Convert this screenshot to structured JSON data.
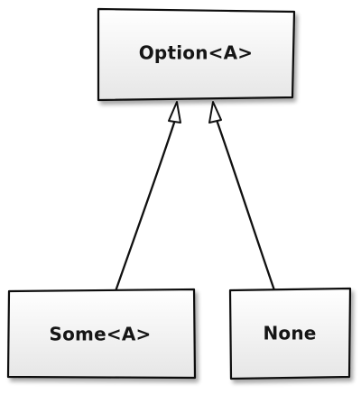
{
  "diagram": {
    "nodes": {
      "parent": {
        "label": "Option<A>"
      },
      "some": {
        "label": "Some<A>"
      },
      "none": {
        "label": "None"
      }
    },
    "relations": [
      {
        "from": "Some<A>",
        "to": "Option<A>",
        "kind": "inheritance"
      },
      {
        "from": "None",
        "to": "Option<A>",
        "kind": "inheritance"
      }
    ]
  }
}
